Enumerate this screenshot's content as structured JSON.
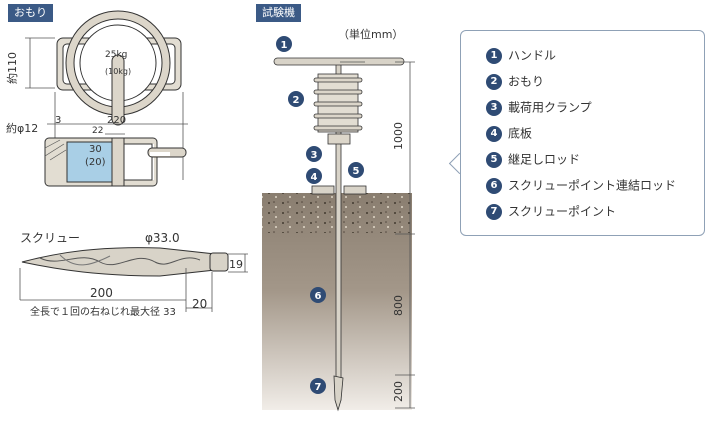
{
  "sections": {
    "weight_tag": "おもり",
    "tester_tag": "試験機"
  },
  "weight": {
    "mass_label": "25kg",
    "mass_alt_label": "(10kg)",
    "height_label": "約110",
    "rod_dia_label": "約φ12",
    "dim_3": "3",
    "dim_22": "22",
    "dim_220": "220",
    "hole_label": "30",
    "hole_alt_label": "(20)"
  },
  "screw": {
    "name": "スクリュー",
    "dia_label": "φ33.0",
    "width_label": "19",
    "length_label": "200",
    "tip_label": "20",
    "note": "全長で１回の右ねじれ最大径 33"
  },
  "tester": {
    "unit_label": "（単位mm）",
    "dim_1000": "1000",
    "dim_800": "800",
    "dim_200": "200"
  },
  "legend": [
    {
      "num": "1",
      "label": "ハンドル"
    },
    {
      "num": "2",
      "label": "おもり"
    },
    {
      "num": "3",
      "label": "載荷用クランプ"
    },
    {
      "num": "4",
      "label": "底板"
    },
    {
      "num": "5",
      "label": "継足しロッド"
    },
    {
      "num": "6",
      "label": "スクリューポイント連結ロッド"
    },
    {
      "num": "7",
      "label": "スクリューポイント"
    }
  ],
  "colors": {
    "tag_bg": "#3b5a86",
    "badge": "#2f4b74",
    "metal": "#d8d3c8",
    "hole_fill": "#a9cfe6",
    "soil_top": "#8c8072",
    "soil_bottom": "#efebe6"
  }
}
